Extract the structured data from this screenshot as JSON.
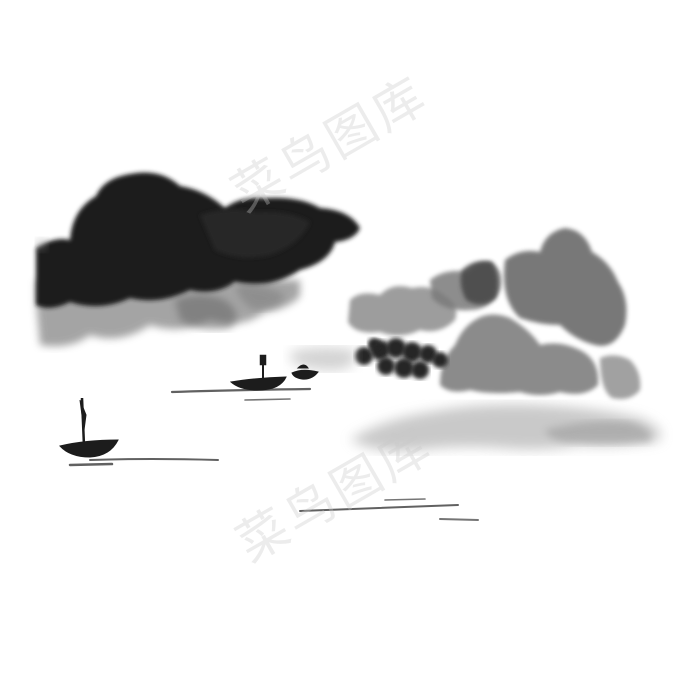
{
  "image": {
    "style": "chinese-ink-wash-landscape",
    "watermark_text": "菜鸟图库",
    "watermark_count": 2,
    "colors": {
      "background": "#ffffff",
      "ink_dark": "#1c1c1c",
      "ink_mid": "#4a4a4a",
      "ink_light": "#8a8a8a",
      "ink_wash": "#b5b5b5",
      "watermark": "#c8c8c8"
    },
    "elements": [
      "dark-cloud-mass",
      "rock-cluster",
      "tree-clump",
      "sandbar",
      "sailboat-left",
      "sailboat-middle",
      "small-boat"
    ]
  }
}
